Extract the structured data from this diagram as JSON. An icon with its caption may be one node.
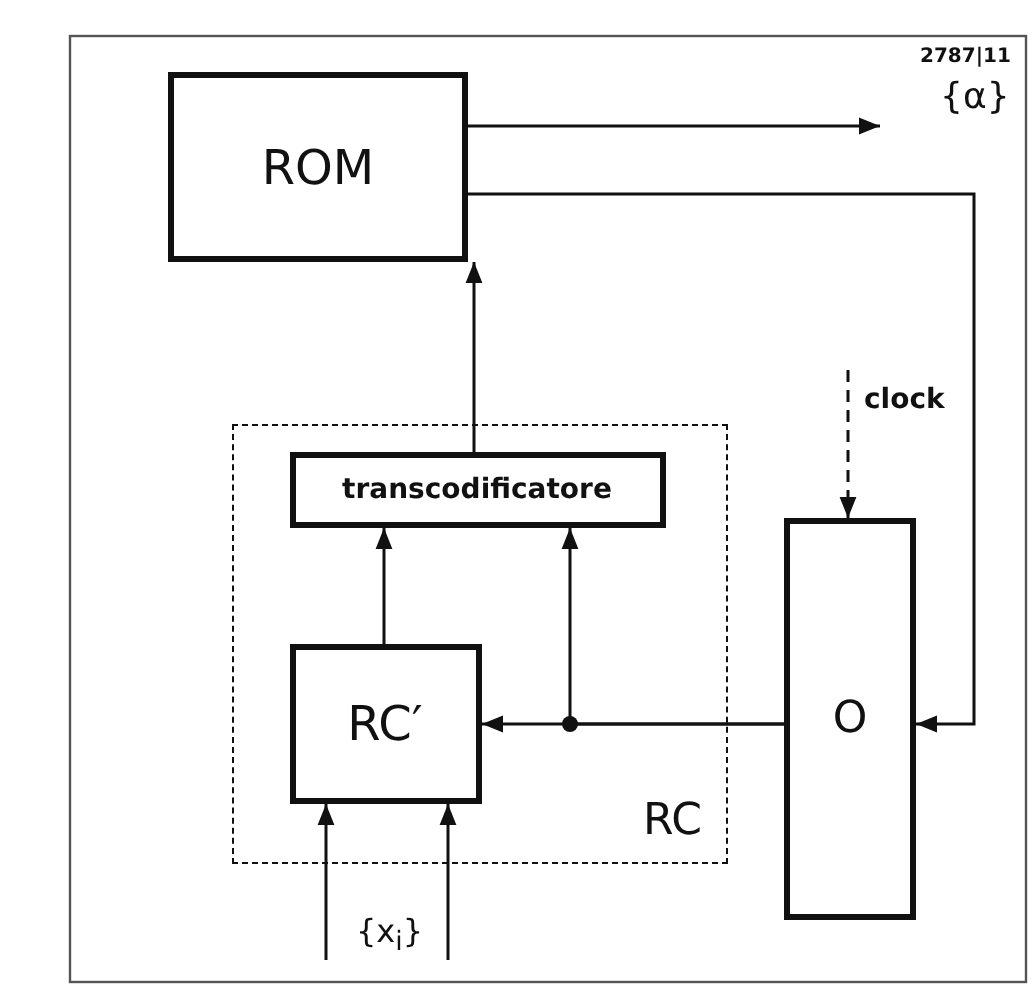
{
  "diagram": {
    "nodes": [
      {
        "text": [
          "ROM"
        ]
      },
      {
        "text": [
          "RC"
        ]
      },
      {
        "text": [
          "transcodificatore"
        ],
        "in": 1
      },
      {
        "text": [
          "RC′"
        ],
        "in": 1
      },
      {
        "text": [
          "O"
        ]
      }
    ],
    "edges": [
      {
        "from": 0,
        "to": null,
        "arrow": "to"
      },
      {
        "from": 2,
        "to": 0,
        "arrow": "to"
      },
      {
        "from": 3,
        "to": 2,
        "arrow": "to"
      },
      {
        "from": 4,
        "to": 3,
        "arrow": "to"
      },
      {
        "from": 4,
        "to": 2,
        "arrow": "to"
      },
      {
        "from": 0,
        "to": 4,
        "arrow": "to"
      },
      {
        "from": null,
        "to": 4,
        "arrow": "to",
        "style": "dashed",
        "label": "clock"
      },
      {
        "from": null,
        "to": 3,
        "arrow": "to"
      },
      {
        "from": null,
        "to": 3,
        "arrow": "to"
      }
    ],
    "labels": [
      "2787|11",
      "{α}",
      "{x$_{i}$}"
    ]
  }
}
